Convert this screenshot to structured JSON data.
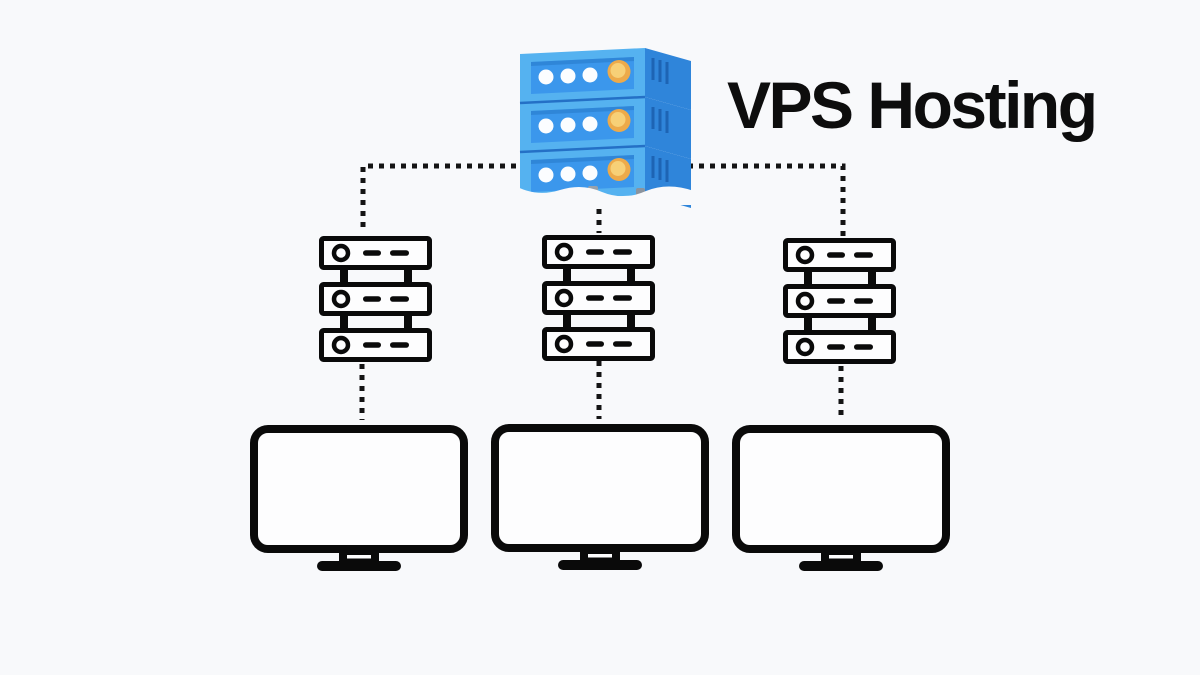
{
  "title": "VPS Hosting",
  "background_color": "#f8f9fb",
  "illustration": {
    "name": "blue-3d-server-stack",
    "units": 3,
    "colors": {
      "frame": "#55b2f0",
      "panel": "#3b97ec",
      "panel_shadow": "#2b7fd0",
      "side": "#2f85da",
      "vent": "#1d64b4",
      "power_button_outer": "#edaa4a",
      "power_button_inner": "#f7d077",
      "indicator_dot": "#fbfdff"
    }
  },
  "diagram": {
    "connector_style": {
      "pattern": "dotted",
      "color": "#141414"
    },
    "icon_stroke_color": "#0a0a0a",
    "icon_fill_color": "#fdfdfe",
    "racks": [
      {
        "name": "server-rack-1",
        "units": 3
      },
      {
        "name": "server-rack-2",
        "units": 3
      },
      {
        "name": "server-rack-3",
        "units": 3
      }
    ],
    "monitors": [
      {
        "name": "client-monitor-1"
      },
      {
        "name": "client-monitor-2"
      },
      {
        "name": "client-monitor-3"
      }
    ],
    "connections": [
      {
        "from": "vps-server",
        "to": "server-rack-1"
      },
      {
        "from": "vps-server",
        "to": "server-rack-2"
      },
      {
        "from": "vps-server",
        "to": "server-rack-3"
      },
      {
        "from": "server-rack-1",
        "to": "client-monitor-1"
      },
      {
        "from": "server-rack-2",
        "to": "client-monitor-2"
      },
      {
        "from": "server-rack-3",
        "to": "client-monitor-3"
      }
    ]
  }
}
